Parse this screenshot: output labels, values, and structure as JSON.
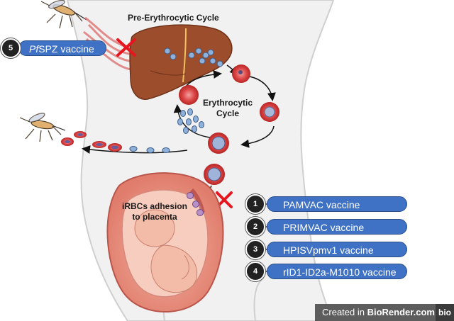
{
  "labels": {
    "pre_erythrocytic": "Pre-Erythrocytic Cycle",
    "erythrocytic_line1": "Erythrocytic",
    "erythrocytic_line2": "Cycle",
    "placenta_line1": "iRBCs adhesion",
    "placenta_line2": "to placenta"
  },
  "pfspz": {
    "number": "5",
    "prefix": "Pf",
    "label": "SPZ vaccine"
  },
  "vaccines": [
    {
      "number": "1",
      "label": "PAMVAC vaccine"
    },
    {
      "number": "2",
      "label": "PRIMVAC vaccine"
    },
    {
      "number": "3",
      "label": "HPISVpmv1 vaccine"
    },
    {
      "number": "4",
      "label": "rID1-ID2a-M1010 vaccine"
    }
  ],
  "watermark": {
    "prefix": "Created in ",
    "brand": "BioRender.com",
    "logo": "bio"
  },
  "colors": {
    "pill": "#3f72c4",
    "liver": "#9c4d2c",
    "rbc": "#d33a3a",
    "cross": "#e8141e",
    "body_outline": "#cfcfcf"
  }
}
